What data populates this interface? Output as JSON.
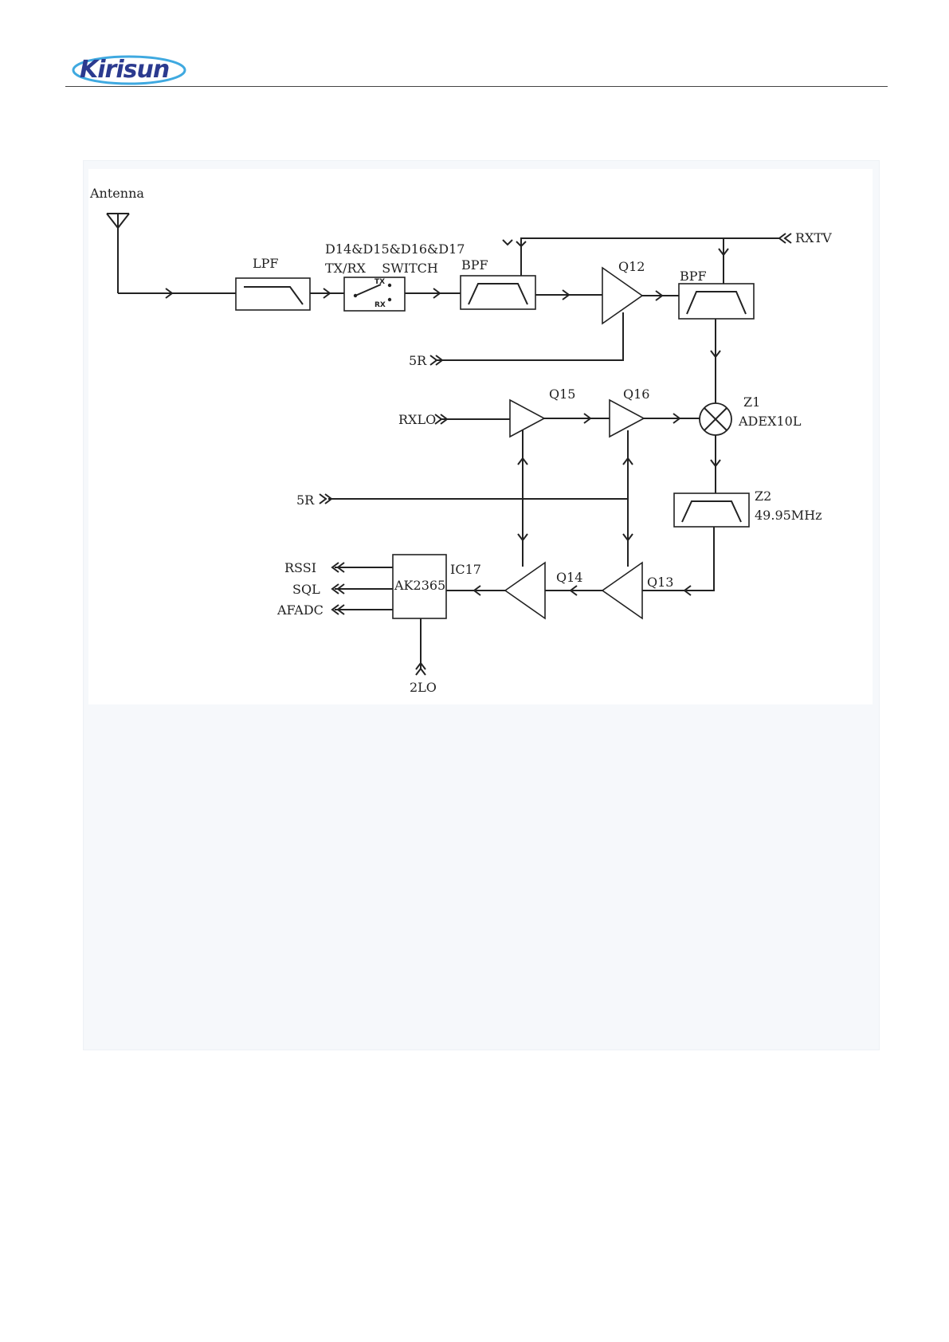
{
  "header": {
    "logo_text": "Kirisun",
    "brand_color": "#2b3a8f",
    "accent_color": "#3fa9e0"
  },
  "diagram": {
    "labels": {
      "antenna": "Antenna",
      "lpf": "LPF",
      "switch_parts": "D14&D15&D16&D17",
      "switch_name": "TX/RX    SWITCH",
      "switch_tx": "TX",
      "switch_rx": "RX",
      "bpf1": "BPF",
      "bpf2": "BPF",
      "q12": "Q12",
      "rxtv": "RXTV",
      "5r_top": "5R",
      "rxlo": "RXLO",
      "q15": "Q15",
      "q16": "Q16",
      "z1": "Z1",
      "z1_part": "ADEX10L",
      "5r_mid": "5R",
      "z2": "Z2",
      "z2_freq": "49.95MHz",
      "rssi": "RSSI",
      "sql": "SQL",
      "afadc": "AFADC",
      "ic17_part": "AK2365",
      "ic17": "IC17",
      "q14": "Q14",
      "q13": "Q13",
      "2lo": "2LO"
    },
    "icons": [
      "antenna-icon",
      "lpf-filter-icon",
      "switch-icon",
      "bpf-filter-icon",
      "amplifier-icon",
      "mixer-icon",
      "arrow-icon"
    ]
  }
}
